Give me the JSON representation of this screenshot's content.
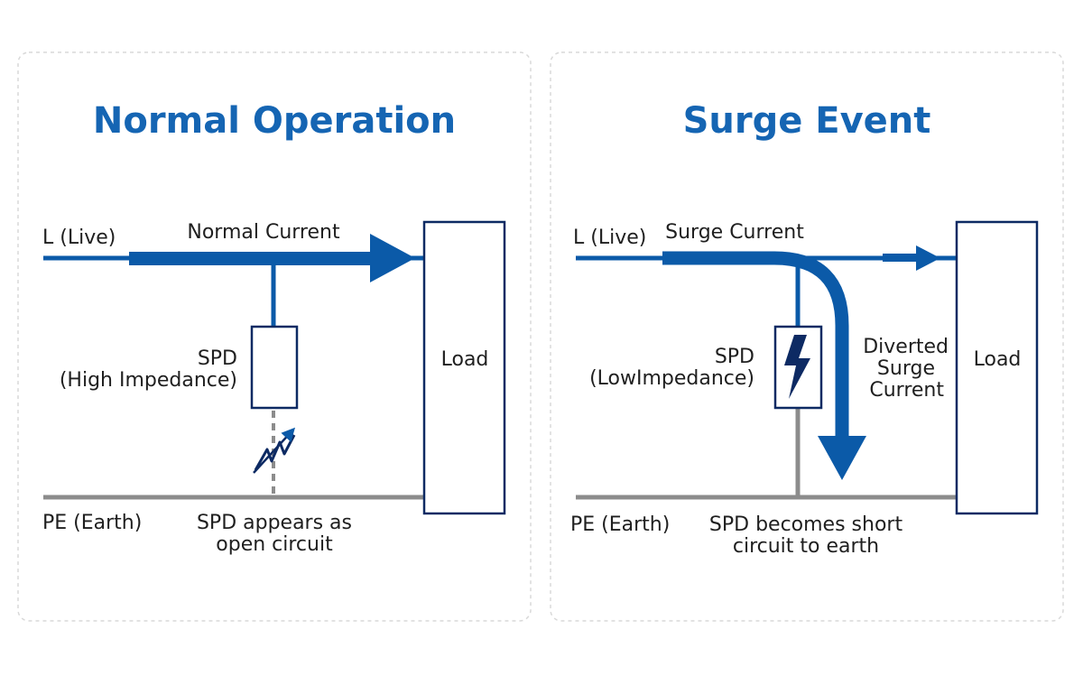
{
  "colors": {
    "accent": "#0b5aa8",
    "title": "#1565b3",
    "earth": "#8c8c8c",
    "box_stroke": "#0d2a63",
    "panel_border": "#d9d9d9",
    "text": "#1f1f1f"
  },
  "panels": {
    "normal": {
      "title": "Normal Operation",
      "live_label": "L (Live)",
      "current_label": "Normal Current",
      "spd_label_line1": "SPD",
      "spd_label_line2": "(High Impedance)",
      "load_label": "Load",
      "earth_label": "PE (Earth)",
      "caption_line1": "SPD appears as",
      "caption_line2": "open circuit",
      "varistor_icon": "varistor-icon"
    },
    "surge": {
      "title": "Surge Event",
      "live_label": "L (Live)",
      "current_label": "Surge Current",
      "spd_label_line1": "SPD",
      "spd_label_line2": "(LowImpedance)",
      "diverted_line1": "Diverted",
      "diverted_line2": "Surge",
      "diverted_line3": "Current",
      "load_label": "Load",
      "earth_label": "PE (Earth)",
      "caption_line1": "SPD becomes short",
      "caption_line2": "circuit to earth",
      "lightning_icon": "lightning-bolt-icon"
    }
  }
}
